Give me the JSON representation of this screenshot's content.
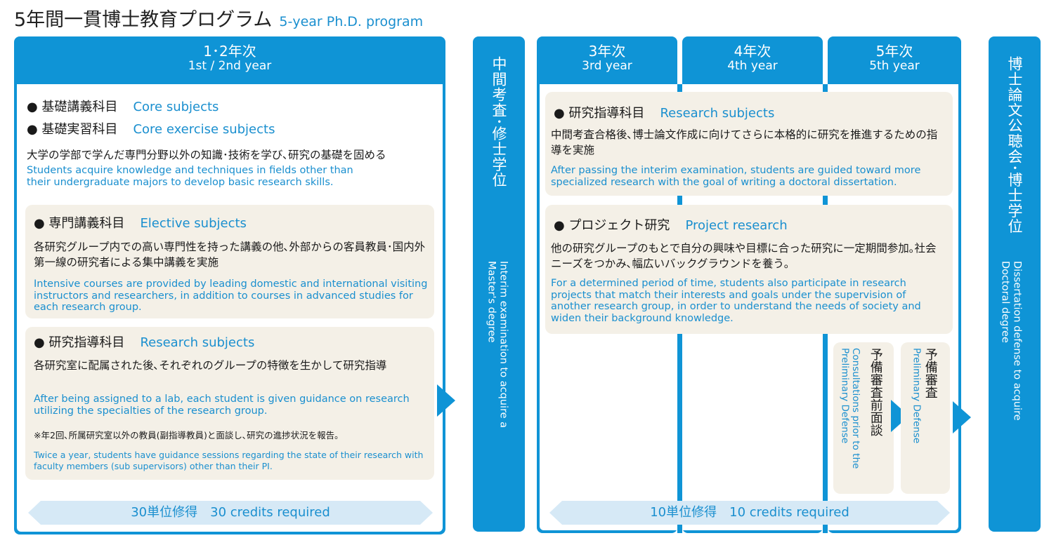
{
  "header": {
    "title_jp": "5年間一貫博士教育プログラム",
    "title_en": "5-year Ph.D. program"
  },
  "year12": {
    "label_jp": "1･2年次",
    "label_en": "1st / 2nd year",
    "core_jp": "● 基礎講義科目",
    "core_en": "Core subjects",
    "core_ex_jp": "● 基礎実習科目",
    "core_ex_en": "Core exercise subjects",
    "core_desc_jp": "大学の学部で学んだ専門分野以外の知識･技術を学び､研究の基礎を固める",
    "core_desc_en": "Students acquire knowledge and techniques in fields other than their undergraduate majors to develop basic research skills.",
    "elective_jp": "● 専門講義科目",
    "elective_en": "Elective subjects",
    "elective_desc_jp": "各研究グループ内での高い専門性を持った講義の他､外部からの客員教員･国内外第一線の研究者による集中講義を実施",
    "elective_desc_en": "Intensive courses are provided by leading domestic and international visiting instructors and researchers, in addition to courses in advanced studies for each research group.",
    "research_jp": "● 研究指導科目",
    "research_en": "Research subjects",
    "research_desc_jp": "各研究室に配属された後､それぞれのグループの特徴を生かして研究指導",
    "research_desc_en": "After being assigned to a lab, each student is given guidance on research utilizing the specialties of the research group.",
    "note_jp": "※年2回､所属研究室以外の教員(副指導教員)と面談し､研究の進捗状況を報告｡",
    "note_en": "Twice a year, students have guidance sessions regarding the state of their research with faculty members (sub supervisors) other than their PI.",
    "credits": "30単位修得　30 credits required"
  },
  "interim": {
    "jp": "中間考査･修士学位",
    "en": "Interim examination to acquire a Master's degree"
  },
  "year3": {
    "label_jp": "3年次",
    "label_en": "3rd year"
  },
  "year4": {
    "label_jp": "4年次",
    "label_en": "4th year"
  },
  "year5": {
    "label_jp": "5年次",
    "label_en": "5th year"
  },
  "late": {
    "research_jp": "● 研究指導科目",
    "research_en": "Research subjects",
    "research_desc_jp": "中間考査合格後､博士論文作成に向けてさらに本格的に研究を推進するための指導を実施",
    "research_desc_en": "After passing the interim examination, students are guided toward more specialized research with the goal of writing a doctoral dissertation.",
    "project_jp": "● プロジェクト研究",
    "project_en": "Project research",
    "project_desc_jp": "他の研究グループのもとで自分の興味や目標に合った研究に一定期間参加｡社会ニーズをつかみ､幅広いバックグラウンドを養う｡",
    "project_desc_en": "For a determined period of time, students also participate in research projects that match their interests and goals under the supervision of another research group, in order to understand the needs of society and widen their background knowledge.",
    "consult_jp": "予備審査前面談",
    "consult_en": "Consultations prior to the Preliminary Defense",
    "prelim_jp": "予備審査",
    "prelim_en": "Preliminary Defense",
    "credits": "10単位修得　10 credits required"
  },
  "final": {
    "jp": "博士論文公聴会･博士学位",
    "en": "Dissertation defense to acquire Doctoral degree"
  },
  "colors": {
    "blue": "#0f94d6",
    "text_blue": "#1a8fcf",
    "box": "#f4f0e7",
    "credits_bar": "#d6e9f6"
  }
}
